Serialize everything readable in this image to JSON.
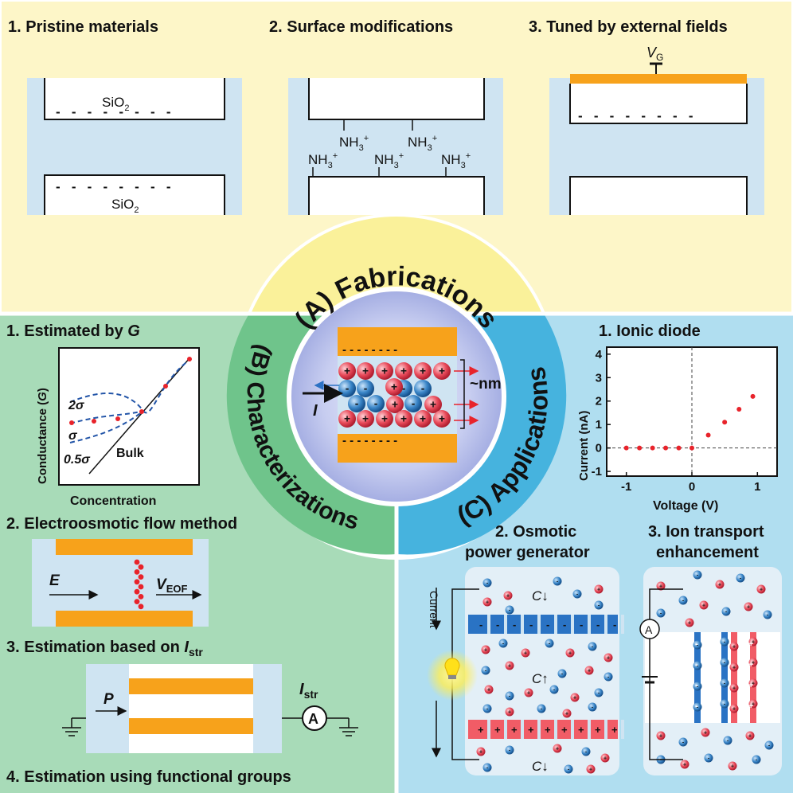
{
  "fabrication": {
    "step1": "1. Pristine materials",
    "step2": "2. Surface modifications",
    "step3": "3. Tuned by external fields",
    "sio2_top": "SiO",
    "sio2_bottom": "SiO",
    "sio2_sub": "2",
    "nh3_main": "NH",
    "nh3_sub": "3",
    "nh3_sup": "+",
    "vg_main": "V",
    "vg_sub": "G",
    "minus_row": "-   -   -   -   -   -   -   -"
  },
  "ring": {
    "a": "(A) Fabrications",
    "b": "(B) Characterizations",
    "c": "(C) Applications"
  },
  "center": {
    "nm_label": "~nm",
    "current_label": "I"
  },
  "characterization": {
    "step1_prefix": "1. Estimated by ",
    "step1_var": "G",
    "ylabel_prefix": "Conductance (",
    "ylabel_var": "G",
    "ylabel_suffix": ")",
    "xlabel": "Concentration",
    "curve_2s": "2σ",
    "curve_s": "σ",
    "curve_05s": "0.5σ",
    "bulk": "Bulk",
    "step2": "2. Electroosmotic flow method",
    "e_label": "E",
    "veof_main": "V",
    "veof_sub": "EOF",
    "step3_prefix": "3. Estimation based on ",
    "step3_main": "I",
    "step3_sub": "str",
    "p_label": "P",
    "istr_main": "I",
    "istr_sub": "str",
    "ammeter": "A",
    "step4": "4. Estimation using functional groups"
  },
  "applications": {
    "step1": "1. Ionic diode",
    "step2_line1": "2. Osmotic",
    "step2_line2": "power generator",
    "step3_line1": "3. Ion transport",
    "step3_line2": "enhancement",
    "current_label": "Current",
    "c_down_top": "C↓",
    "c_up": "C↑",
    "c_down_bottom": "C↓",
    "ammeter": "A"
  },
  "chart_data": {
    "type": "scatter",
    "title": "",
    "xlabel": "Voltage (V)",
    "ylabel": "Current (nA)",
    "xlim": [
      -1.3,
      1.3
    ],
    "ylim": [
      -1.2,
      4.3
    ],
    "xticks": [
      "-1",
      "0",
      "1"
    ],
    "yticks": [
      "-1",
      "0",
      "1",
      "2",
      "3",
      "4"
    ],
    "x": [
      -1.0,
      -0.8,
      -0.6,
      -0.4,
      -0.2,
      0.0,
      0.25,
      0.5,
      0.72,
      0.93
    ],
    "y": [
      0.0,
      0.0,
      0.0,
      0.0,
      0.0,
      0.0,
      0.55,
      1.1,
      1.65,
      2.2
    ],
    "color": "#e8232b"
  },
  "colors": {
    "fabrication_bg": "#fdf6c8",
    "characterization_bg": "#a8dbb8",
    "applications_bg": "#b0def0",
    "orange": "#f7a21b",
    "cation": "#e84a5a",
    "anion": "#3a86c8"
  }
}
